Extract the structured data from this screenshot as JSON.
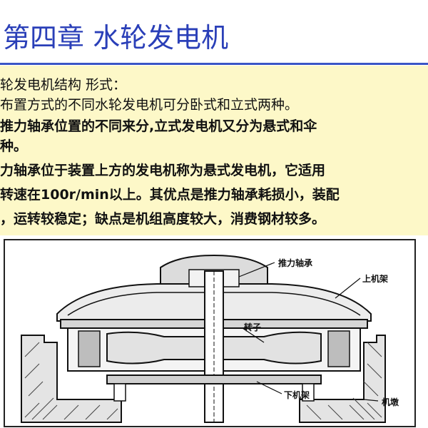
{
  "title": "第四章 水轮发电机",
  "body": {
    "line1": "轮发电机结构 形式：",
    "line2": "布置方式的不同水轮发电机可分卧式和立式两种。",
    "line3": "推力轴承位置的不同来分,立式发电机又分为悬式和伞",
    "line4": "种。",
    "line5": "力轴承位于装置上方的发电机称为悬式发电机，它适用",
    "line6": "转速在100r/min以上。其优点是推力轴承耗损小，装配",
    "line7": "，运转较稳定；缺点是机组高度较大，消费钢材较多。"
  },
  "figure": {
    "labels": {
      "thrust_bearing": "推力轴承",
      "upper_frame": "上机架",
      "rotor": "转子",
      "lower_frame": "下机架",
      "pier": "机墩"
    }
  }
}
